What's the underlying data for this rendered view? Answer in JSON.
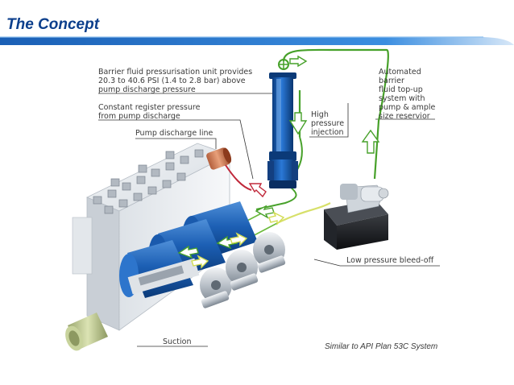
{
  "slide": {
    "title": "The Concept",
    "colors": {
      "title": "#0c3f8c",
      "accent_blue": "#1a73c8",
      "arrow_green": "#4fa62d",
      "arrow_red": "#c0283a"
    }
  },
  "labels": {
    "barrier_unit": "Barrier fluid pressurisation unit provides\n20.3 to 40.6 PSI (1.4 to 2.8 bar) above\npump discharge pressure",
    "register_pressure": "Constant register pressure\nfrom pump discharge",
    "discharge_line": "Pump discharge line",
    "high_pressure": "High\npressure\ninjection",
    "top_up": "Automated\nbarrier\nfluid top-up\nsystem with\npump & ample\nsize reservior",
    "bleed_off": "Low pressure bleed-off",
    "suction": "Suction",
    "similar": "Similar to API Plan 53C System"
  },
  "icons": [
    "pump-body",
    "accumulator-cylinder",
    "top-up-pump-unit",
    "flow-arrow"
  ]
}
